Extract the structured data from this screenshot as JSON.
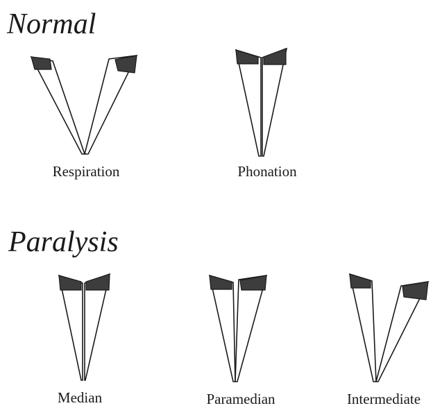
{
  "sections": [
    {
      "title": "Normal",
      "configurations": [
        {
          "label": "Respiration"
        },
        {
          "label": "Phonation"
        }
      ]
    },
    {
      "title": "Paralysis",
      "configurations": [
        {
          "label": "Median"
        },
        {
          "label": "Paramedian"
        },
        {
          "label": "Intermediate"
        }
      ]
    }
  ],
  "colors": {
    "line": "#1a1a1a",
    "cartilage": "#3d3d3d",
    "fold_fill": "#ffffff"
  }
}
